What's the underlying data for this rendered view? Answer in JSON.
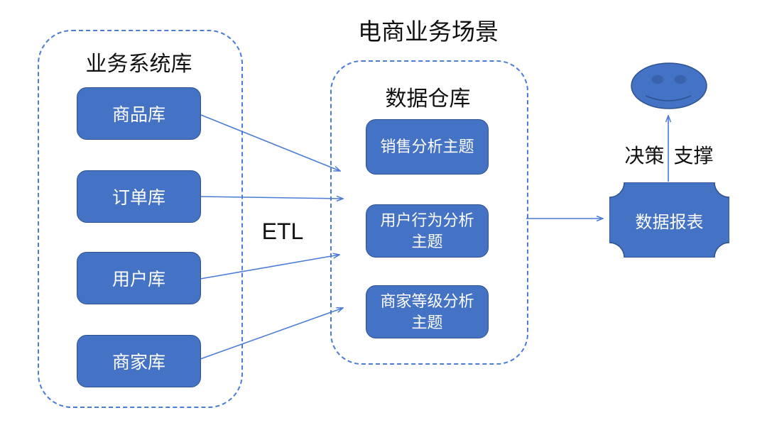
{
  "title": "电商业务场景",
  "source_group": {
    "label": "业务系统库",
    "items": [
      {
        "label": "商品库"
      },
      {
        "label": "订单库"
      },
      {
        "label": "用户库"
      },
      {
        "label": "商家库"
      }
    ]
  },
  "etl_label": "ETL",
  "warehouse_group": {
    "label": "数据仓库",
    "items": [
      {
        "label": "销售分析主题"
      },
      {
        "label": "用户行为分析主题"
      },
      {
        "label": "商家等级分析主题"
      }
    ]
  },
  "report": {
    "label": "数据报表"
  },
  "decision_support": {
    "left": "决策",
    "right": "支撑"
  },
  "icons": {
    "smiley": "smiley-face-icon",
    "report_shape": "plaque-shape"
  },
  "flows": [
    {
      "from": "商品库",
      "to": "数据仓库"
    },
    {
      "from": "订单库",
      "to": "数据仓库"
    },
    {
      "from": "用户库",
      "to": "数据仓库"
    },
    {
      "from": "商家库",
      "to": "数据仓库"
    },
    {
      "from": "数据仓库",
      "to": "数据报表"
    },
    {
      "from": "数据报表",
      "to": "决策支撑(用户)"
    }
  ],
  "colors": {
    "shape_fill": "#4472C4",
    "shape_border": "#2F528F",
    "dashed_border": "#4a7cd6",
    "arrow": "#4a7cd6",
    "text_dark": "#111111",
    "text_light": "#ffffff",
    "background": "#ffffff"
  }
}
